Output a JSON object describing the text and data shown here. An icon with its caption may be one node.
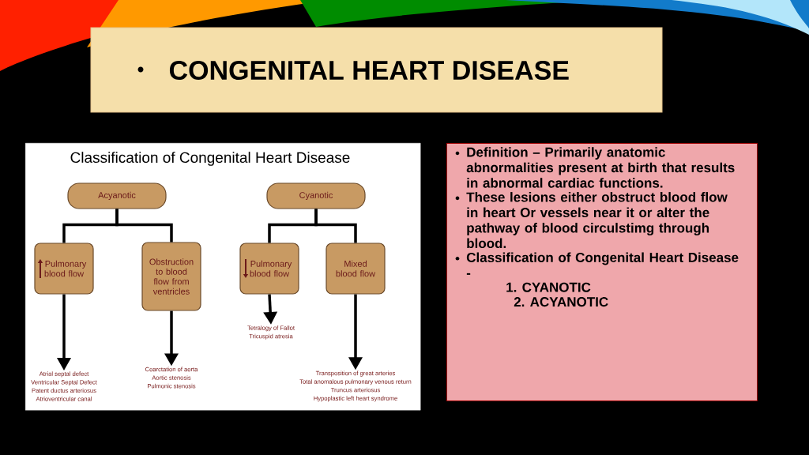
{
  "diagram": {
    "title": "CONGENITAL HEART DISEASE",
    "nodes": [
      {
        "text": [
          "Classification of Congenital Heart Disease"
        ]
      },
      {
        "text": [
          "Acyanotic"
        ],
        "in": 0
      },
      {
        "text": [
          "Pulmonary blood flow"
        ],
        "in": 0
      },
      {
        "text": [
          "Obstruction to blood flow from ventricles"
        ],
        "in": 0
      },
      {
        "text": [
          "Cyanotic"
        ],
        "in": 0
      },
      {
        "text": [
          "Pulmonary blood flow"
        ],
        "in": 0
      },
      {
        "text": [
          "Mixed blood flow"
        ],
        "in": 0
      },
      {
        "text": [
          "Atrial septal defect",
          "Ventricular Septal Defect",
          "Patent ductus arteriosus",
          "Atrioventricular canal"
        ],
        "in": 0
      },
      {
        "text": [
          "Coarctation of aorta",
          "Aortic stenosis",
          "Pulmonic stenosis"
        ],
        "in": 0
      },
      {
        "text": [
          "Tetralogy of Fallot",
          "Tricuspid atresia"
        ],
        "in": 0
      },
      {
        "text": [
          "Transposition of great arteries",
          "Total anomalous pulmonary venous return",
          "Truncus arteriosus",
          "Hypoplastic left heart syndrome"
        ],
        "in": 0
      },
      {
        "text": [
          "Definition – Primarily anatomic abnormalities present at birth that results in abnormal cardiac functions.",
          "These lesions either obstruct blood flow in heart Or vessels near it or alter the pathway of blood circulstimg through blood.",
          "Classification of Congenital Heart Disease -",
          "1. CYANOTIC",
          "2. ACYANOTIC"
        ]
      }
    ],
    "edges": [
      {
        "from": 1,
        "to": 2,
        "arrow": "none"
      },
      {
        "from": 1,
        "to": 3,
        "arrow": "none"
      },
      {
        "from": 4,
        "to": 5,
        "arrow": "none"
      },
      {
        "from": 4,
        "to": 6,
        "arrow": "none"
      },
      {
        "from": 2,
        "to": 7,
        "arrow": "to"
      },
      {
        "from": 3,
        "to": 8,
        "arrow": "to"
      },
      {
        "from": 5,
        "to": 9,
        "arrow": "to"
      },
      {
        "from": 6,
        "to": 10,
        "arrow": "to"
      }
    ]
  }
}
